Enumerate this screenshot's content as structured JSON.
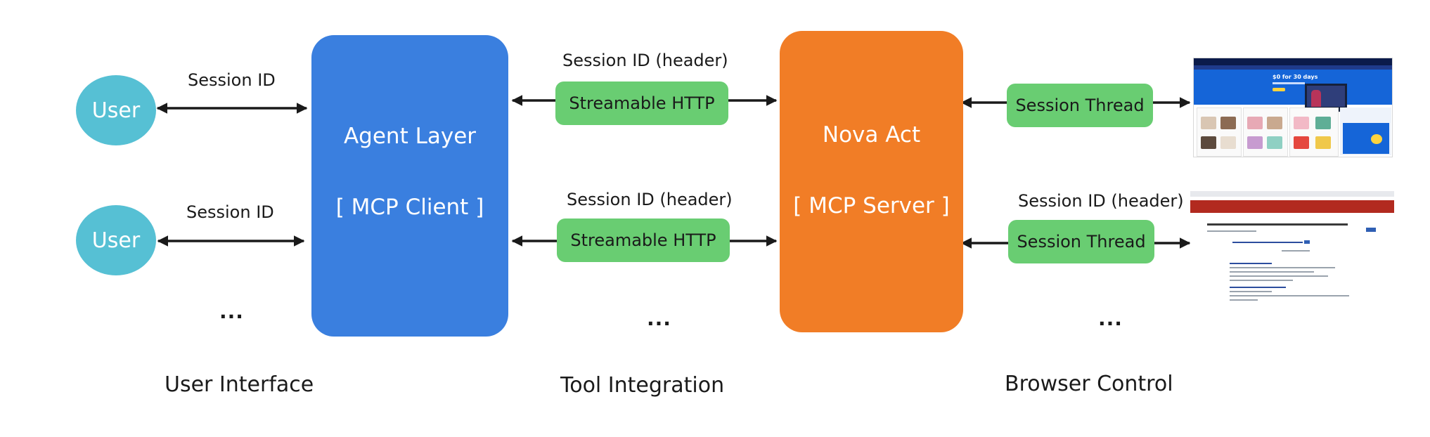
{
  "users": [
    {
      "label": "User",
      "session": "Session ID"
    },
    {
      "label": "User",
      "session": "Session ID"
    }
  ],
  "ellipses": {
    "users": "...",
    "tools": "...",
    "browser": "..."
  },
  "agent_layer": {
    "title": "Agent Layer",
    "subtitle": "[ MCP Client ]"
  },
  "tool_links": [
    {
      "header": "Session ID (header)",
      "transport": "Streamable HTTP"
    },
    {
      "header": "Session ID (header)",
      "transport": "Streamable HTTP"
    }
  ],
  "nova_act": {
    "title": "Nova Act",
    "subtitle": "[ MCP Server ]"
  },
  "browser_links": [
    {
      "header": "",
      "thread": "Session Thread"
    },
    {
      "header": "Session ID (header)",
      "thread": "Session Thread"
    }
  ],
  "screenshots": {
    "shop": {
      "banner_title": "$0 for 30 days"
    },
    "search": {}
  },
  "sections": {
    "user_interface": "User Interface",
    "tool_integration": "Tool Integration",
    "browser_control": "Browser Control"
  },
  "colors": {
    "user": "#56c0d4",
    "agent": "#3a7fdf",
    "nova": "#f17d26",
    "pill": "#69cd72",
    "arrow": "#1a1a1a"
  }
}
